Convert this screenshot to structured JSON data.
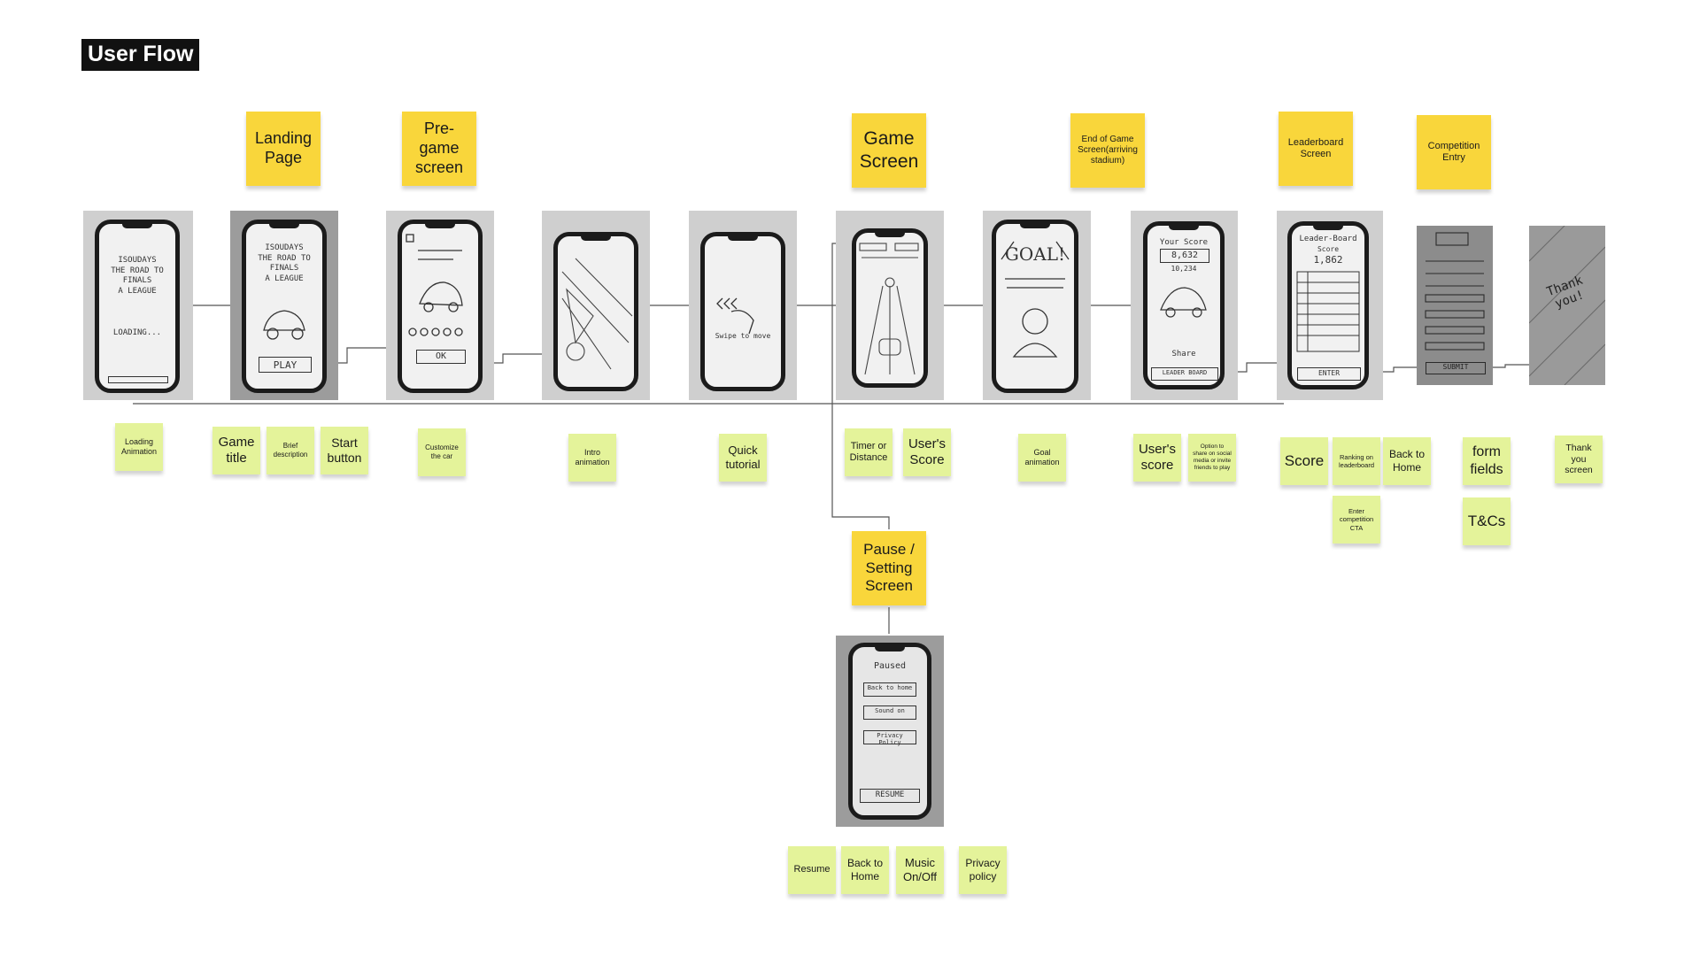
{
  "title": "User Flow",
  "stages": {
    "landing": "Landing\nPage",
    "pregame": "Pre-\ngame\nscreen",
    "game": "Game\nScreen",
    "endgame": "End of Game\nScreen(arriving\nstadium)",
    "leaderboard": "Leaderboard\nScreen",
    "competition": "Competition\nEntry",
    "pause": "Pause /\nSetting\nScreen"
  },
  "notes": {
    "loading_animation": "Loading\nAnimation",
    "game_title": "Game\ntitle",
    "brief_description": "Brief\ndescription",
    "start_button": "Start\nbutton",
    "customize_car": "Customize\nthe car",
    "intro_animation": "Intro\nanimation",
    "quick_tutorial": "Quick\ntutorial",
    "timer_distance": "Timer or\nDistance",
    "users_score_game": "User's\nScore",
    "goal_animation": "Goal\nanimation",
    "users_score_end": "User's\nscore",
    "share_option": "Option to\nshare on social\nmedia or invite\nfriends to play",
    "score": "Score",
    "ranking": "Ranking on\nleaderboard",
    "back_home_lb": "Back to\nHome",
    "enter_cta": "Enter\ncompetition\nCTA",
    "form_fields": "form\nfields",
    "tcs": "T&Cs",
    "thank_you": "Thank\nyou\nscreen",
    "resume": "Resume",
    "back_home_pause": "Back to\nHome",
    "music": "Music\nOn/Off",
    "privacy": "Privacy\npolicy"
  },
  "sketch_text": {
    "loading_title": "ISOUDAYS\nTHE ROAD TO\nFINALS\nA LEAGUE",
    "loading_label": "LOADING...",
    "landing_title": "ISOUDAYS\nTHE ROAD TO\nFINALS\nA LEAGUE",
    "play": "PLAY",
    "ok": "OK",
    "swipe": "Swipe to move",
    "goal": "GOAL!",
    "your_score": "Your Score",
    "score_value": "8,632",
    "score_sub": "10,234",
    "share": "Share",
    "leader_board_btn": "LEADER BOARD",
    "lb_title": "Leader-Board",
    "lb_score_label": "Score",
    "lb_score_value": "1,862",
    "enter": "ENTER",
    "submit": "SUBMIT",
    "thank_you": "Thank\nyou!",
    "paused": "Paused",
    "back_to_home": "Back to home",
    "sound_on": "Sound on",
    "privacy_policy": "Privacy Policy",
    "resume_btn": "RESUME"
  }
}
